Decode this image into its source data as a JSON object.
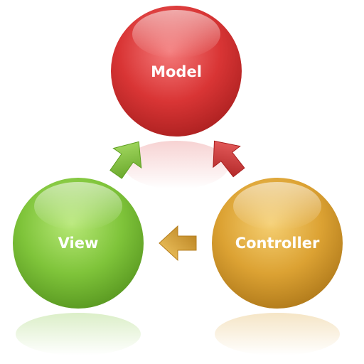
{
  "nodes": {
    "model": {
      "label": "Model",
      "color": "#d93535",
      "highlight": "#f36a6a",
      "shadow": "#9c1c1c"
    },
    "view": {
      "label": "View",
      "color": "#7fc43a",
      "highlight": "#b2e56e",
      "shadow": "#4f8d1c"
    },
    "controller": {
      "label": "Controller",
      "color": "#dca233",
      "highlight": "#f3c965",
      "shadow": "#a4701a"
    }
  },
  "arrows": {
    "view_to_model": {
      "color": "#7fc43a"
    },
    "controller_to_model": {
      "color": "#d93535"
    },
    "controller_to_view": {
      "color": "#dca233"
    }
  }
}
